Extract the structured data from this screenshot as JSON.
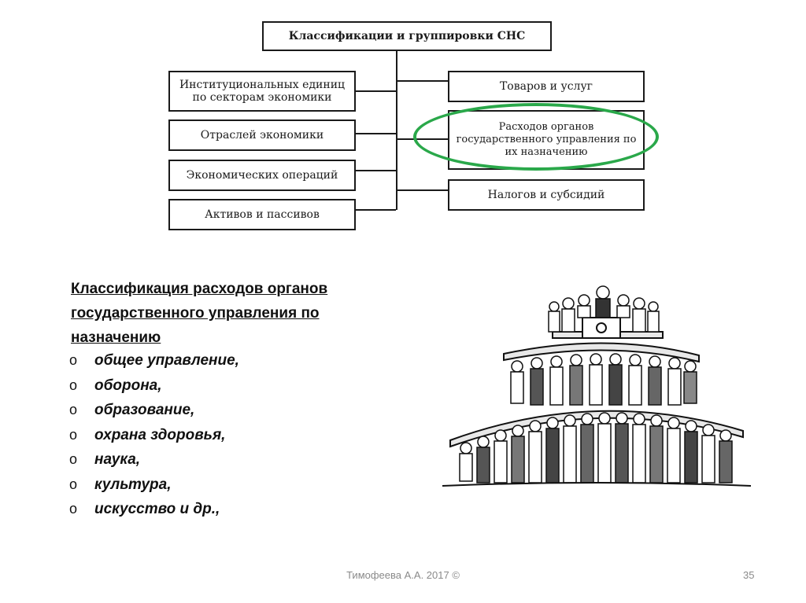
{
  "diagram": {
    "root": "Классификации и группировки СНС",
    "left": [
      "Институциональных единиц по секторам экономики",
      "Отраслей экономики",
      "Экономических операций",
      "Активов и пассивов"
    ],
    "right": [
      "Товаров и услуг",
      "Расходов органов государственного управления по их назначению",
      "Налогов и субсидий"
    ],
    "highlight_color": "#2aa84a"
  },
  "section": {
    "heading": "Классификация расходов органов государственного управления по назначению",
    "bullet_symbol": "o",
    "items": [
      "общее управление,",
      "оборона,",
      "образование,",
      "охрана здоровья,",
      "наука,",
      "культура,",
      "искусство и др.,"
    ]
  },
  "footer": {
    "author": "Тимофеева А.А. 2017 ©",
    "page": "35"
  }
}
